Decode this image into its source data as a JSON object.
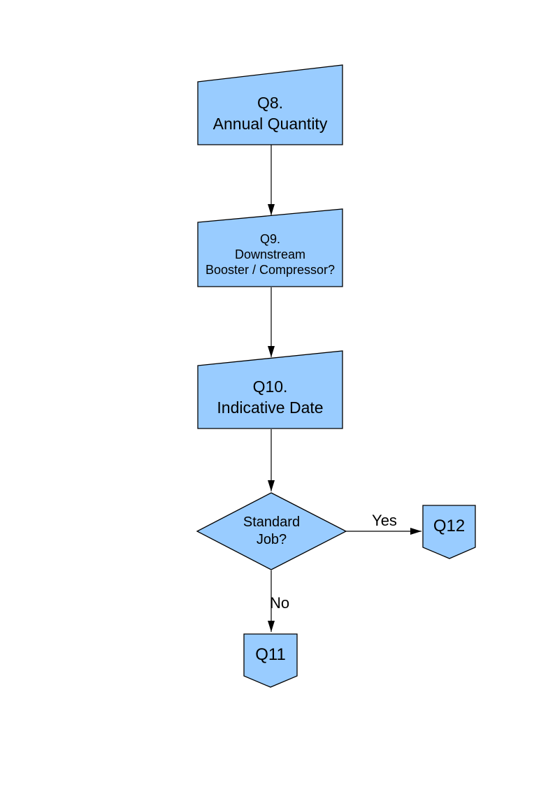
{
  "colors": {
    "node_fill": "#99ccff",
    "node_border": "#000000",
    "arrow_color": "#000000",
    "text_color": "#000000",
    "page_background": "#ffffff"
  },
  "flowchart": {
    "nodes": {
      "q8": {
        "lines": [
          "Q8.",
          "Annual Quantity"
        ]
      },
      "q9": {
        "lines": [
          "Q9.",
          "Downstream",
          "Booster / Compressor?"
        ]
      },
      "q10": {
        "lines": [
          "Q10.",
          "Indicative Date"
        ]
      },
      "decision": {
        "lines": [
          "Standard",
          "Job?"
        ]
      },
      "q12": {
        "label": "Q12"
      },
      "q11": {
        "label": "Q11"
      }
    },
    "edge_labels": {
      "yes": "Yes",
      "no": "No"
    }
  }
}
